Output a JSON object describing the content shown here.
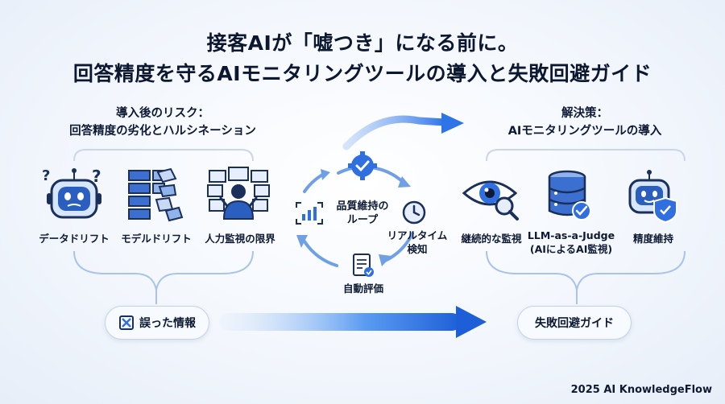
{
  "title": {
    "line1": "接客AIが「嘘つき」になる前に。",
    "line2": "回答精度を守るAIモニタリングツールの導入と失敗回避ガイド"
  },
  "left": {
    "heading_line1": "導入後のリスク：",
    "heading_line2": "回答精度の劣化とハルシネーション",
    "items": [
      {
        "label": "データドリフト",
        "icon": "confused-robot-icon"
      },
      {
        "label": "モデルドリフト",
        "icon": "broken-blocks-icon"
      },
      {
        "label": "人力監視の限界",
        "icon": "overwhelmed-person-icon"
      }
    ],
    "result_label": "誤った情報",
    "result_icon": "cross-box-icon"
  },
  "center": {
    "loop_label_line1": "品質維持の",
    "loop_label_line2": "ループ",
    "nodes": [
      {
        "label_line1": "リアルタイム",
        "label_line2": "検知",
        "icon": "clock-icon"
      },
      {
        "label": "自動評価",
        "icon": "checklist-icon"
      }
    ],
    "top_icon": "gear-check-icon",
    "left_icon": "chart-scan-icon"
  },
  "right": {
    "heading_line1": "解決策：",
    "heading_line2": "AIモニタリングツールの導入",
    "items": [
      {
        "label": "継続的な監視",
        "icon": "eye-magnifier-icon"
      },
      {
        "label_line1": "LLM-as-a-Judge",
        "label_line2": "(AIによるAI監視)",
        "icon": "database-check-icon"
      },
      {
        "label": "精度維持",
        "icon": "shield-robot-icon"
      }
    ],
    "result_label": "失敗回避ガイド"
  },
  "footer": "2025 AI KnowledgeFlow",
  "colors": {
    "navy": "#0e1a33",
    "accent_blue": "#2f6fe0",
    "light_blue": "#8fb8f0",
    "pill_border": "#c5d3e6"
  }
}
